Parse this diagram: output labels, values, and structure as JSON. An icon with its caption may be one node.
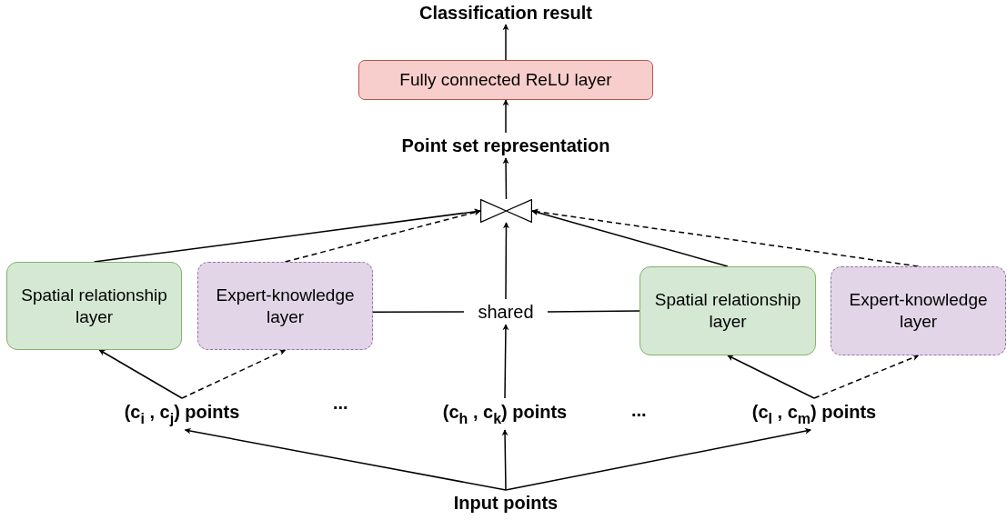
{
  "diagram": {
    "nodes": [
      {
        "text": [
          "Classification result"
        ]
      },
      {
        "text": [
          "Fully connected ReLU layer"
        ]
      },
      {
        "text": [
          "Point set representation"
        ]
      },
      {
        "text": [],
        "shape": "bowtie"
      },
      {
        "text": [
          "Spatial relationship layer"
        ]
      },
      {
        "text": [
          "Expert-knowledge layer"
        ]
      },
      {
        "text": [
          "shared"
        ]
      },
      {
        "text": [
          "Spatial relationship layer"
        ]
      },
      {
        "text": [
          "Expert-knowledge layer"
        ]
      },
      {
        "text": [
          "(c$_{i}$ , c$_{j}$) points"
        ]
      },
      {
        "text": [
          "(c$_{h}$ , c$_{k}$) points"
        ]
      },
      {
        "text": [
          "(c$_{l}$ , c$_{m}$) points"
        ]
      },
      {
        "text": [
          "Input points"
        ]
      }
    ],
    "edges": [
      {
        "from": 1,
        "to": 0,
        "arrow": "to"
      },
      {
        "from": 2,
        "to": 1,
        "arrow": "to"
      },
      {
        "from": 3,
        "to": 2,
        "arrow": "to"
      },
      {
        "from": 4,
        "to": 3,
        "arrow": "to"
      },
      {
        "from": 5,
        "to": 3,
        "arrow": "to",
        "style": "dashed"
      },
      {
        "from": 7,
        "to": 3,
        "arrow": "to"
      },
      {
        "from": 8,
        "to": 3,
        "arrow": "to",
        "style": "dashed"
      },
      {
        "from": 6,
        "to": 3,
        "arrow": "to"
      },
      {
        "from": 10,
        "to": 6,
        "arrow": "to"
      },
      {
        "from": 9,
        "to": 4,
        "arrow": "to"
      },
      {
        "from": 9,
        "to": 5,
        "arrow": "to",
        "style": "dashed"
      },
      {
        "from": 11,
        "to": 7,
        "arrow": "to"
      },
      {
        "from": 11,
        "to": 8,
        "arrow": "to",
        "style": "dashed"
      },
      {
        "from": 12,
        "to": 9,
        "arrow": "to"
      },
      {
        "from": 12,
        "to": 10,
        "arrow": "to"
      },
      {
        "from": 12,
        "to": 11,
        "arrow": "to"
      },
      {
        "from": 5,
        "to": 6,
        "arrow": "none"
      },
      {
        "from": 6,
        "to": 7,
        "arrow": "none"
      }
    ],
    "labels": [
      "...",
      "..."
    ]
  }
}
